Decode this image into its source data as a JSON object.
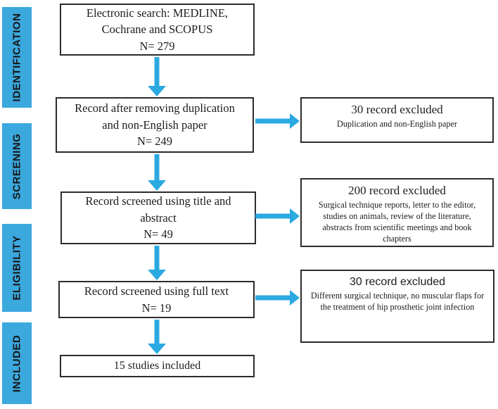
{
  "palette": {
    "bar_blue": "#3BA8DE",
    "arrow_blue": "#2BA9E1",
    "box_border": "#2D2B2C",
    "text": "#1C1C1C"
  },
  "sidebar": {
    "phases": [
      {
        "label": "IDENTIFICATION"
      },
      {
        "label": "SCREENING"
      },
      {
        "label": "ELIGIBILITY"
      },
      {
        "label": "INCLUDED"
      }
    ]
  },
  "flow": {
    "main_boxes": [
      {
        "lines": [
          "Electronic search: MEDLINE,",
          "Cochrane and SCOPUS",
          "N= 279"
        ]
      },
      {
        "lines": [
          "Record after removing duplication",
          "and non-English paper",
          "N= 249"
        ]
      },
      {
        "lines": [
          "Record screened using title and",
          "abstract",
          "N= 49"
        ]
      },
      {
        "lines": [
          "Record screened using full text",
          "N= 19"
        ]
      },
      {
        "lines": [
          "15 studies included"
        ]
      }
    ],
    "excluded_boxes": [
      {
        "title": "30 record excluded",
        "detail": "Duplication and non-English paper"
      },
      {
        "title": "200 record excluded",
        "detail": "Surgical technique reports, letter to the editor, studies on animals, review of the literature, abstracts from scientific meetings and book chapters"
      },
      {
        "title": "30 record excluded",
        "detail": "Different surgical technique, no muscular flaps for the treatment of hip prosthetic joint infection"
      }
    ]
  }
}
